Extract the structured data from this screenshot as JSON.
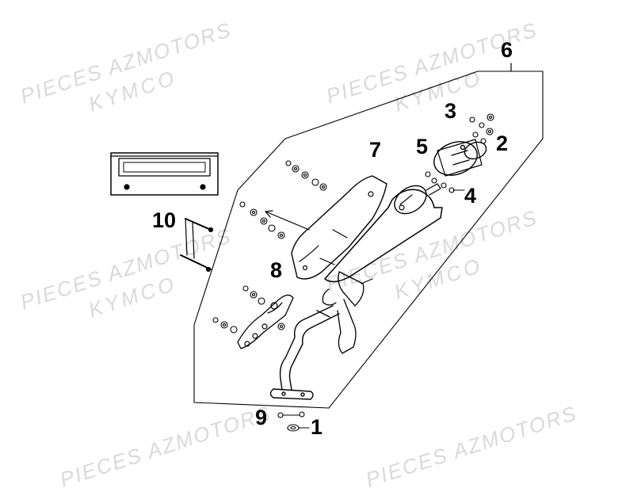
{
  "watermarks": {
    "line1": "PIECES AZMOTORS",
    "line2": "KYMCO"
  },
  "callouts": {
    "c1": "1",
    "c2": "2",
    "c3": "3",
    "c4": "4",
    "c5": "5",
    "c6": "6",
    "c7": "7",
    "c8": "8",
    "c9": "9",
    "c10": "10"
  }
}
